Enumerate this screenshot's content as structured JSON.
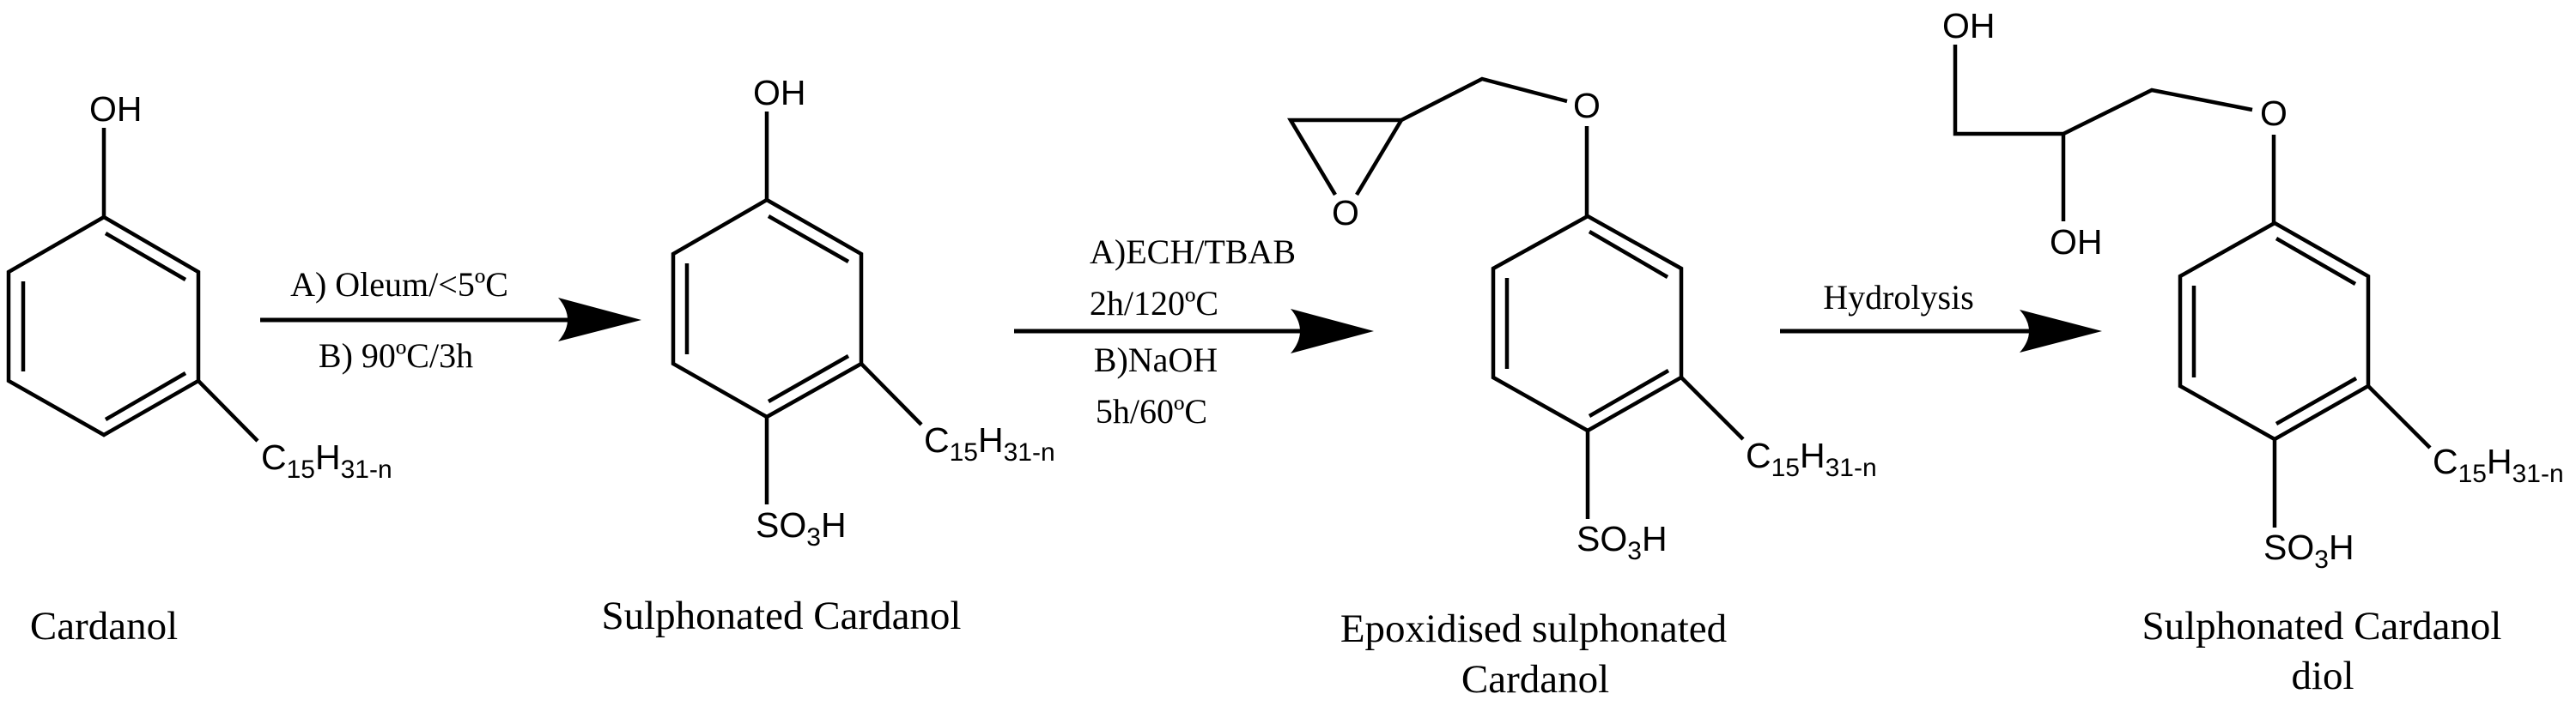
{
  "scheme": {
    "molecules": [
      {
        "id": "cardanol",
        "name": "Cardanol",
        "label_lines": [
          "Cardanol"
        ],
        "substituents": {
          "top": "OH",
          "side": {
            "c": "C",
            "n1": "15",
            "h": "H",
            "n2": "31-n"
          }
        }
      },
      {
        "id": "sulphonated-cardanol",
        "name": "Sulphonated Cardanol",
        "label_lines": [
          "Sulphonated Cardanol"
        ],
        "substituents": {
          "top": "OH",
          "bottom": {
            "s": "SO",
            "n": "3",
            "h": "H"
          },
          "side": {
            "c": "C",
            "n1": "15",
            "h": "H",
            "n2": "31-n"
          }
        }
      },
      {
        "id": "epoxidised-sulphonated-cardanol",
        "name": "Epoxidised sulphonated Cardanol",
        "label_lines": [
          "Epoxidised sulphonated",
          "Cardanol"
        ],
        "substituents": {
          "epoxide_o": "O",
          "ether_o": "O",
          "bottom": {
            "s": "SO",
            "n": "3",
            "h": "H"
          },
          "side": {
            "c": "C",
            "n1": "15",
            "h": "H",
            "n2": "31-n"
          }
        }
      },
      {
        "id": "sulphonated-cardanol-diol",
        "name": "Sulphonated Cardanol diol",
        "label_lines": [
          "Sulphonated Cardanol",
          "diol"
        ],
        "substituents": {
          "oh_top": "OH",
          "oh_mid": "OH",
          "ether_o": "O",
          "bottom": {
            "s": "SO",
            "n": "3",
            "h": "H"
          },
          "side": {
            "c": "C",
            "n1": "15",
            "h": "H",
            "n2": "31-n"
          }
        }
      }
    ],
    "reactions": [
      {
        "id": "sulphonation",
        "above": [
          "A) Oleum/<5ºC"
        ],
        "below": [
          "B) 90ºC/3h"
        ]
      },
      {
        "id": "epoxidation",
        "above": [
          "A)ECH/TBAB",
          "2h/120ºC"
        ],
        "below": [
          "B)NaOH",
          "5h/60ºC"
        ]
      },
      {
        "id": "hydrolysis",
        "above": [
          "Hydrolysis"
        ],
        "below": []
      }
    ]
  },
  "colors": {
    "ink": "#000000",
    "background": "#ffffff"
  }
}
